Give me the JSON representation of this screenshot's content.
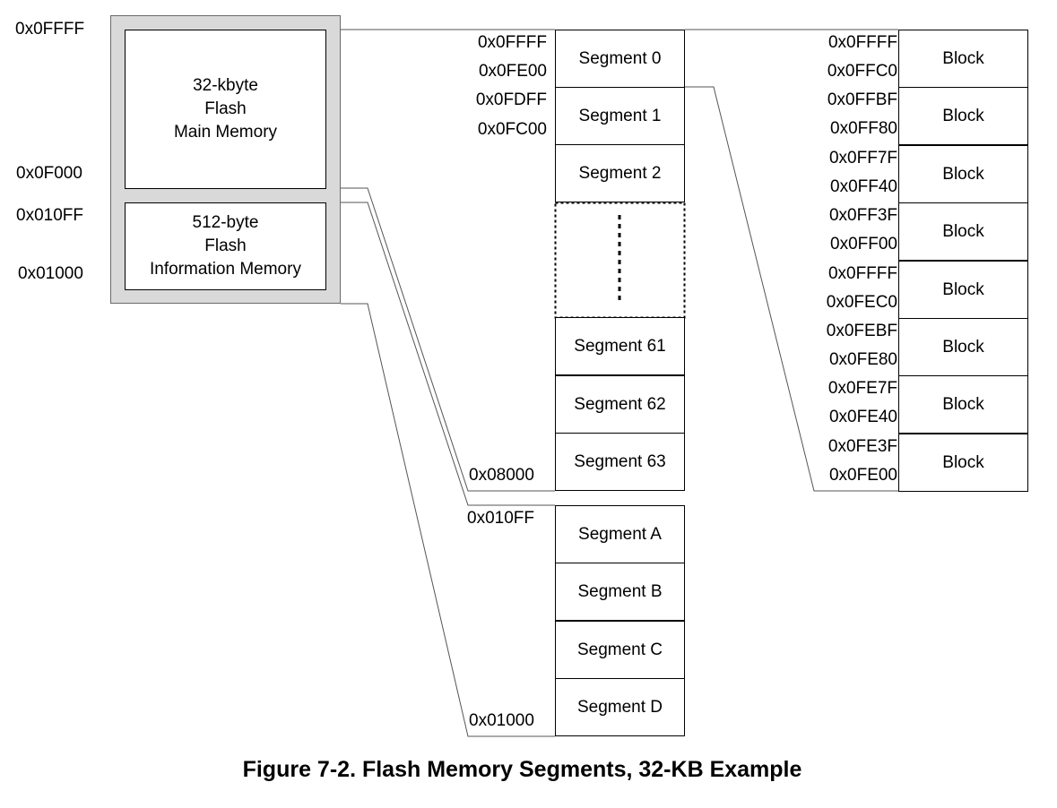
{
  "overview": {
    "top_addr": "0x0FFFF",
    "main_bottom_addr": "0x0F000",
    "info_top_addr": "0x010FF",
    "info_bottom_addr": "0x01000",
    "main_memory": [
      "32-kbyte",
      "Flash",
      "Main Memory"
    ],
    "info_memory": [
      "512-byte",
      "Flash",
      "Information Memory"
    ]
  },
  "main_segments": {
    "addr_labels": [
      "0x0FFFF",
      "0x0FE00",
      "0x0FDFF",
      "0x0FC00"
    ],
    "bottom_addr": "0x08000",
    "top": [
      "Segment 0",
      "Segment 1",
      "Segment 2"
    ],
    "bottom": [
      "Segment 61",
      "Segment 62",
      "Segment 63"
    ]
  },
  "info_segments": {
    "top_addr": "0x010FF",
    "bottom_addr": "0x01000",
    "items": [
      "Segment A",
      "Segment B",
      "Segment C",
      "Segment D"
    ]
  },
  "blocks": {
    "items": [
      {
        "hi": "0x0FFFF",
        "lo": "0x0FFC0",
        "label": "Block"
      },
      {
        "hi": "0x0FFBF",
        "lo": "0x0FF80",
        "label": "Block"
      },
      {
        "hi": "0x0FF7F",
        "lo": "0x0FF40",
        "label": "Block"
      },
      {
        "hi": "0x0FF3F",
        "lo": "0x0FF00",
        "label": "Block"
      },
      {
        "hi": "0x0FFFF",
        "lo": "0x0FEC0",
        "label": "Block"
      },
      {
        "hi": "0x0FEBF",
        "lo": "0x0FE80",
        "label": "Block"
      },
      {
        "hi": "0x0FE7F",
        "lo": "0x0FE40",
        "label": "Block"
      },
      {
        "hi": "0x0FE3F",
        "lo": "0x0FE00",
        "label": "Block"
      }
    ]
  },
  "caption": "Figure 7-2. Flash Memory Segments, 32-KB Example"
}
